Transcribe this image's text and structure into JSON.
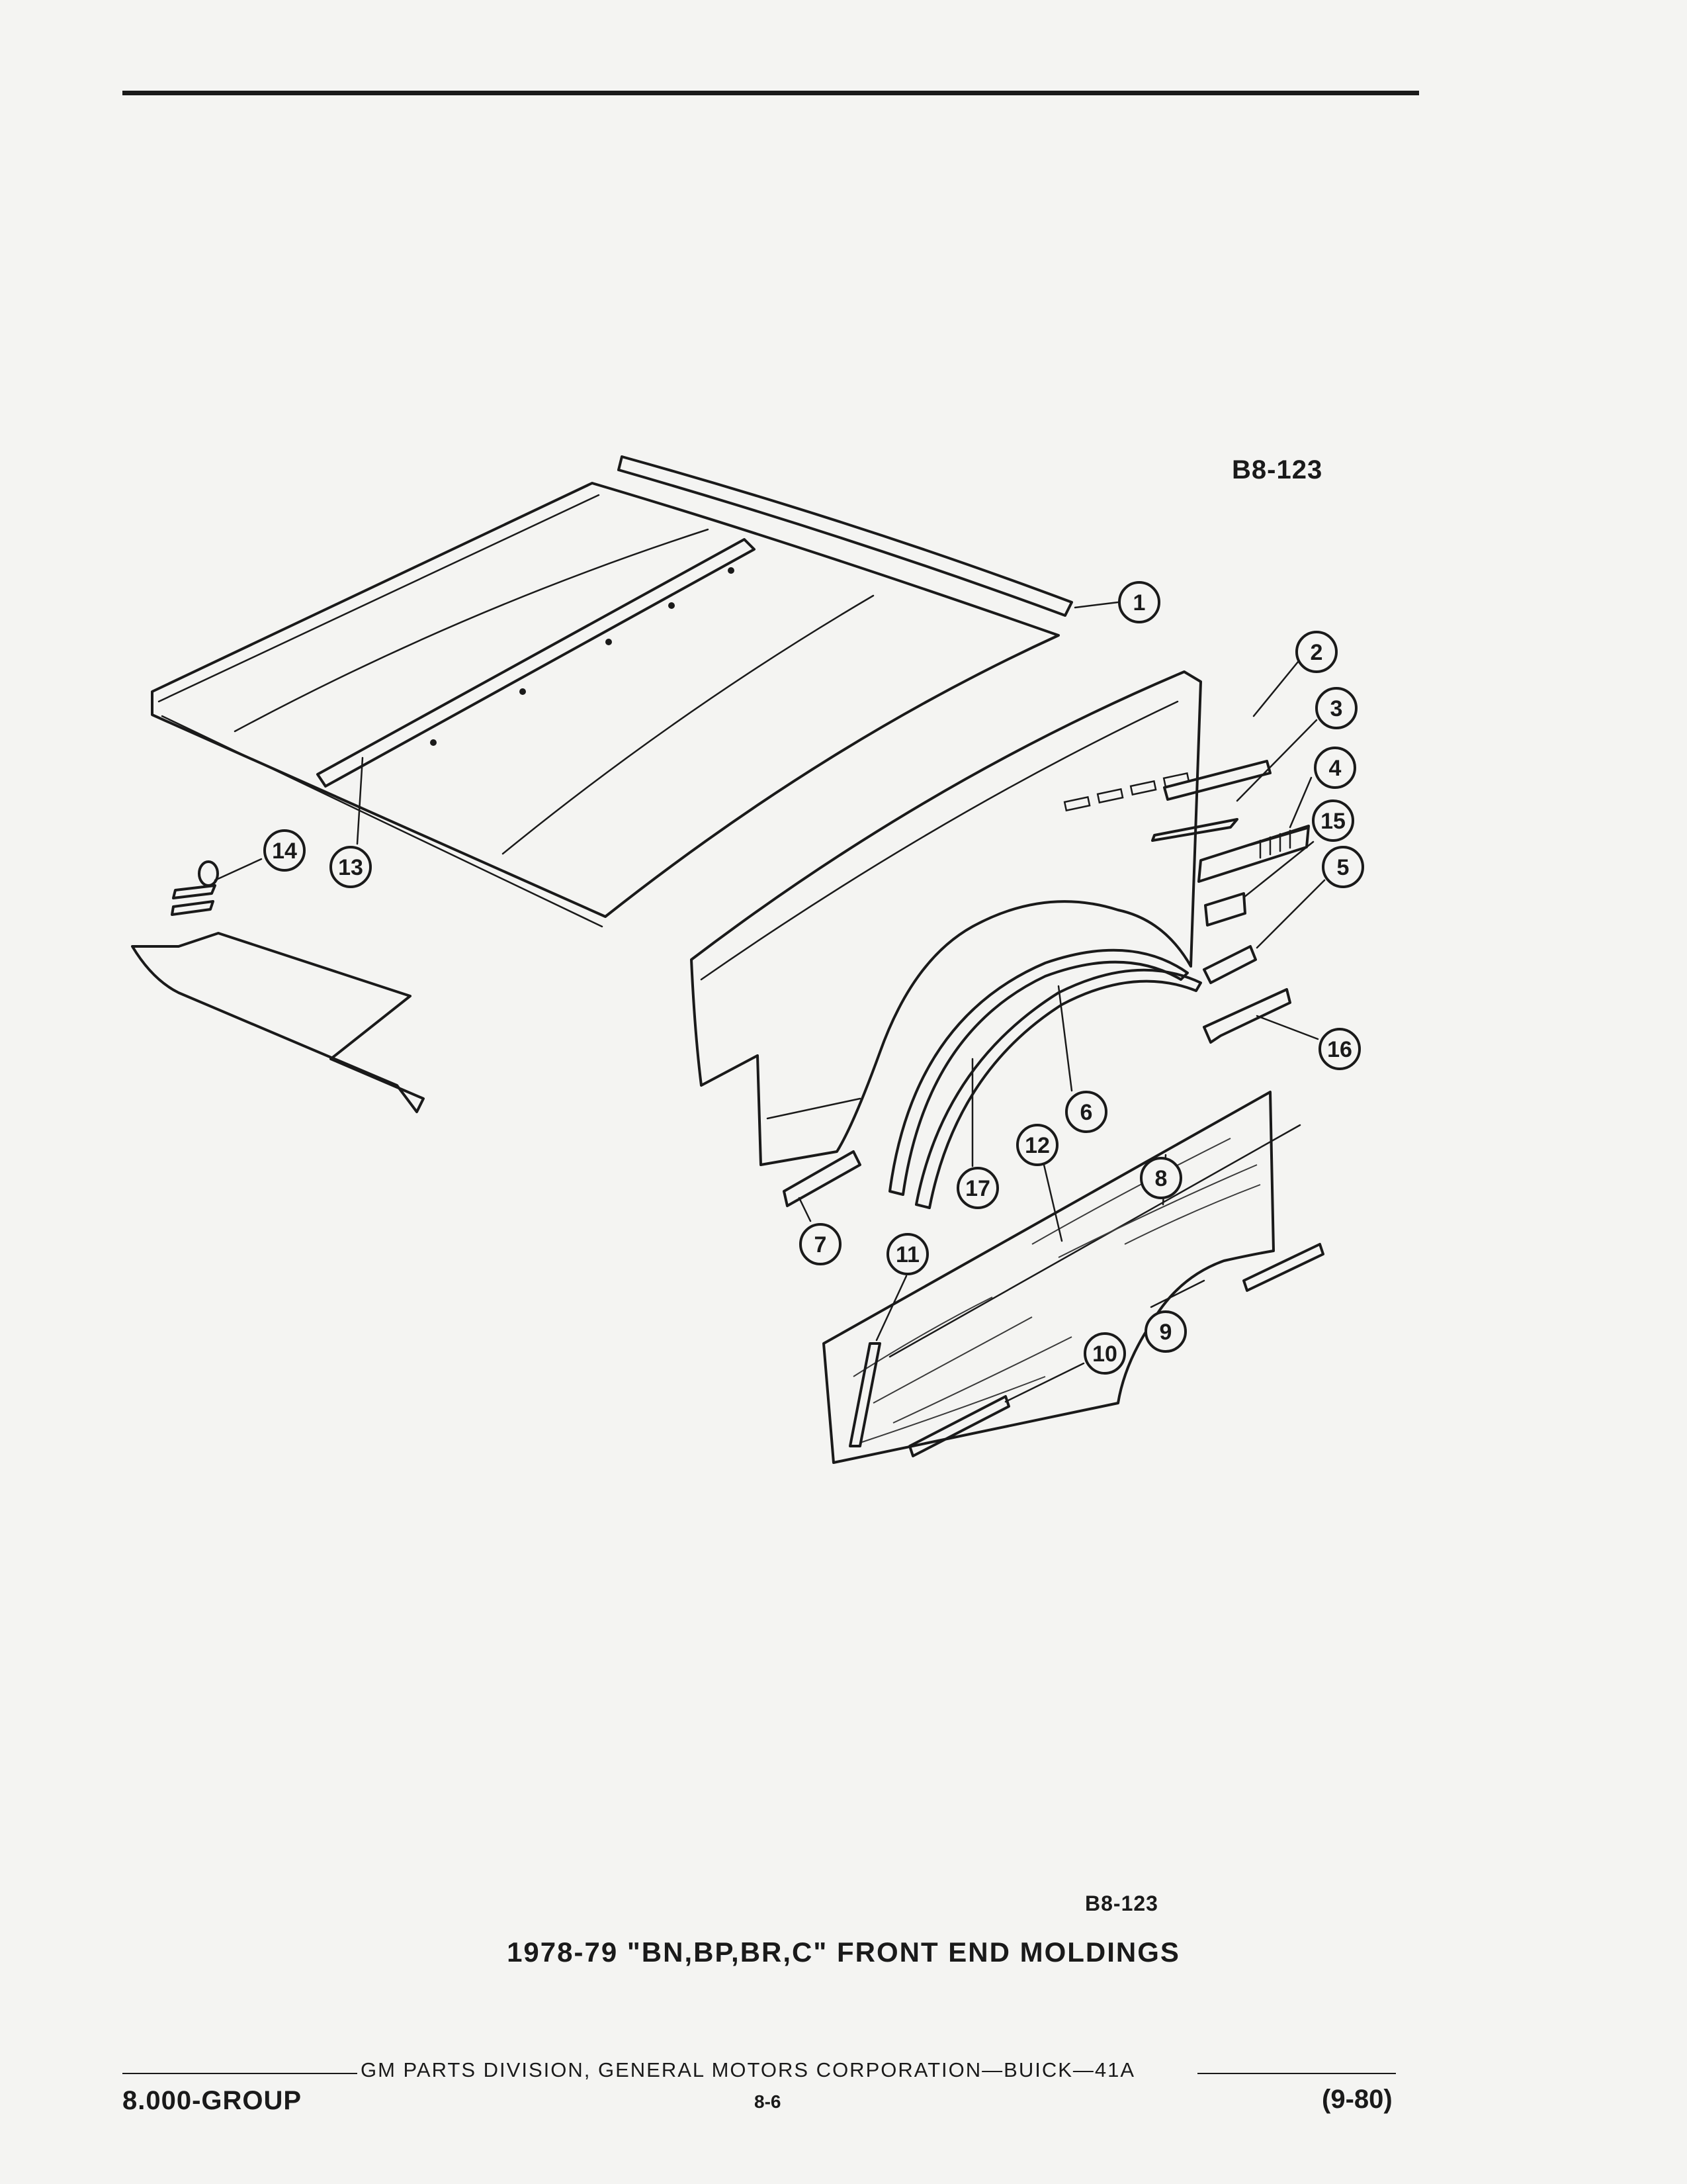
{
  "figure_id_top": "B8-123",
  "figure_id_bottom": "B8-123",
  "caption": "1978-79 \"BN,BP,BR,C\" FRONT END MOLDINGS",
  "footer": {
    "credit": "GM PARTS DIVISION, GENERAL MOTORS CORPORATION—BUICK—41A",
    "group": "8.000-GROUP",
    "page": "8-6",
    "date": "(9-80)"
  },
  "callouts": [
    {
      "id": "callout-1",
      "label": "1"
    },
    {
      "id": "callout-2",
      "label": "2"
    },
    {
      "id": "callout-3",
      "label": "3"
    },
    {
      "id": "callout-4",
      "label": "4"
    },
    {
      "id": "callout-5",
      "label": "5"
    },
    {
      "id": "callout-6",
      "label": "6"
    },
    {
      "id": "callout-7",
      "label": "7"
    },
    {
      "id": "callout-8",
      "label": "8"
    },
    {
      "id": "callout-9",
      "label": "9"
    },
    {
      "id": "callout-10",
      "label": "10"
    },
    {
      "id": "callout-11",
      "label": "11"
    },
    {
      "id": "callout-12",
      "label": "12"
    },
    {
      "id": "callout-13",
      "label": "13"
    },
    {
      "id": "callout-14",
      "label": "14"
    },
    {
      "id": "callout-15",
      "label": "15"
    },
    {
      "id": "callout-16",
      "label": "16"
    },
    {
      "id": "callout-17",
      "label": "17"
    }
  ]
}
